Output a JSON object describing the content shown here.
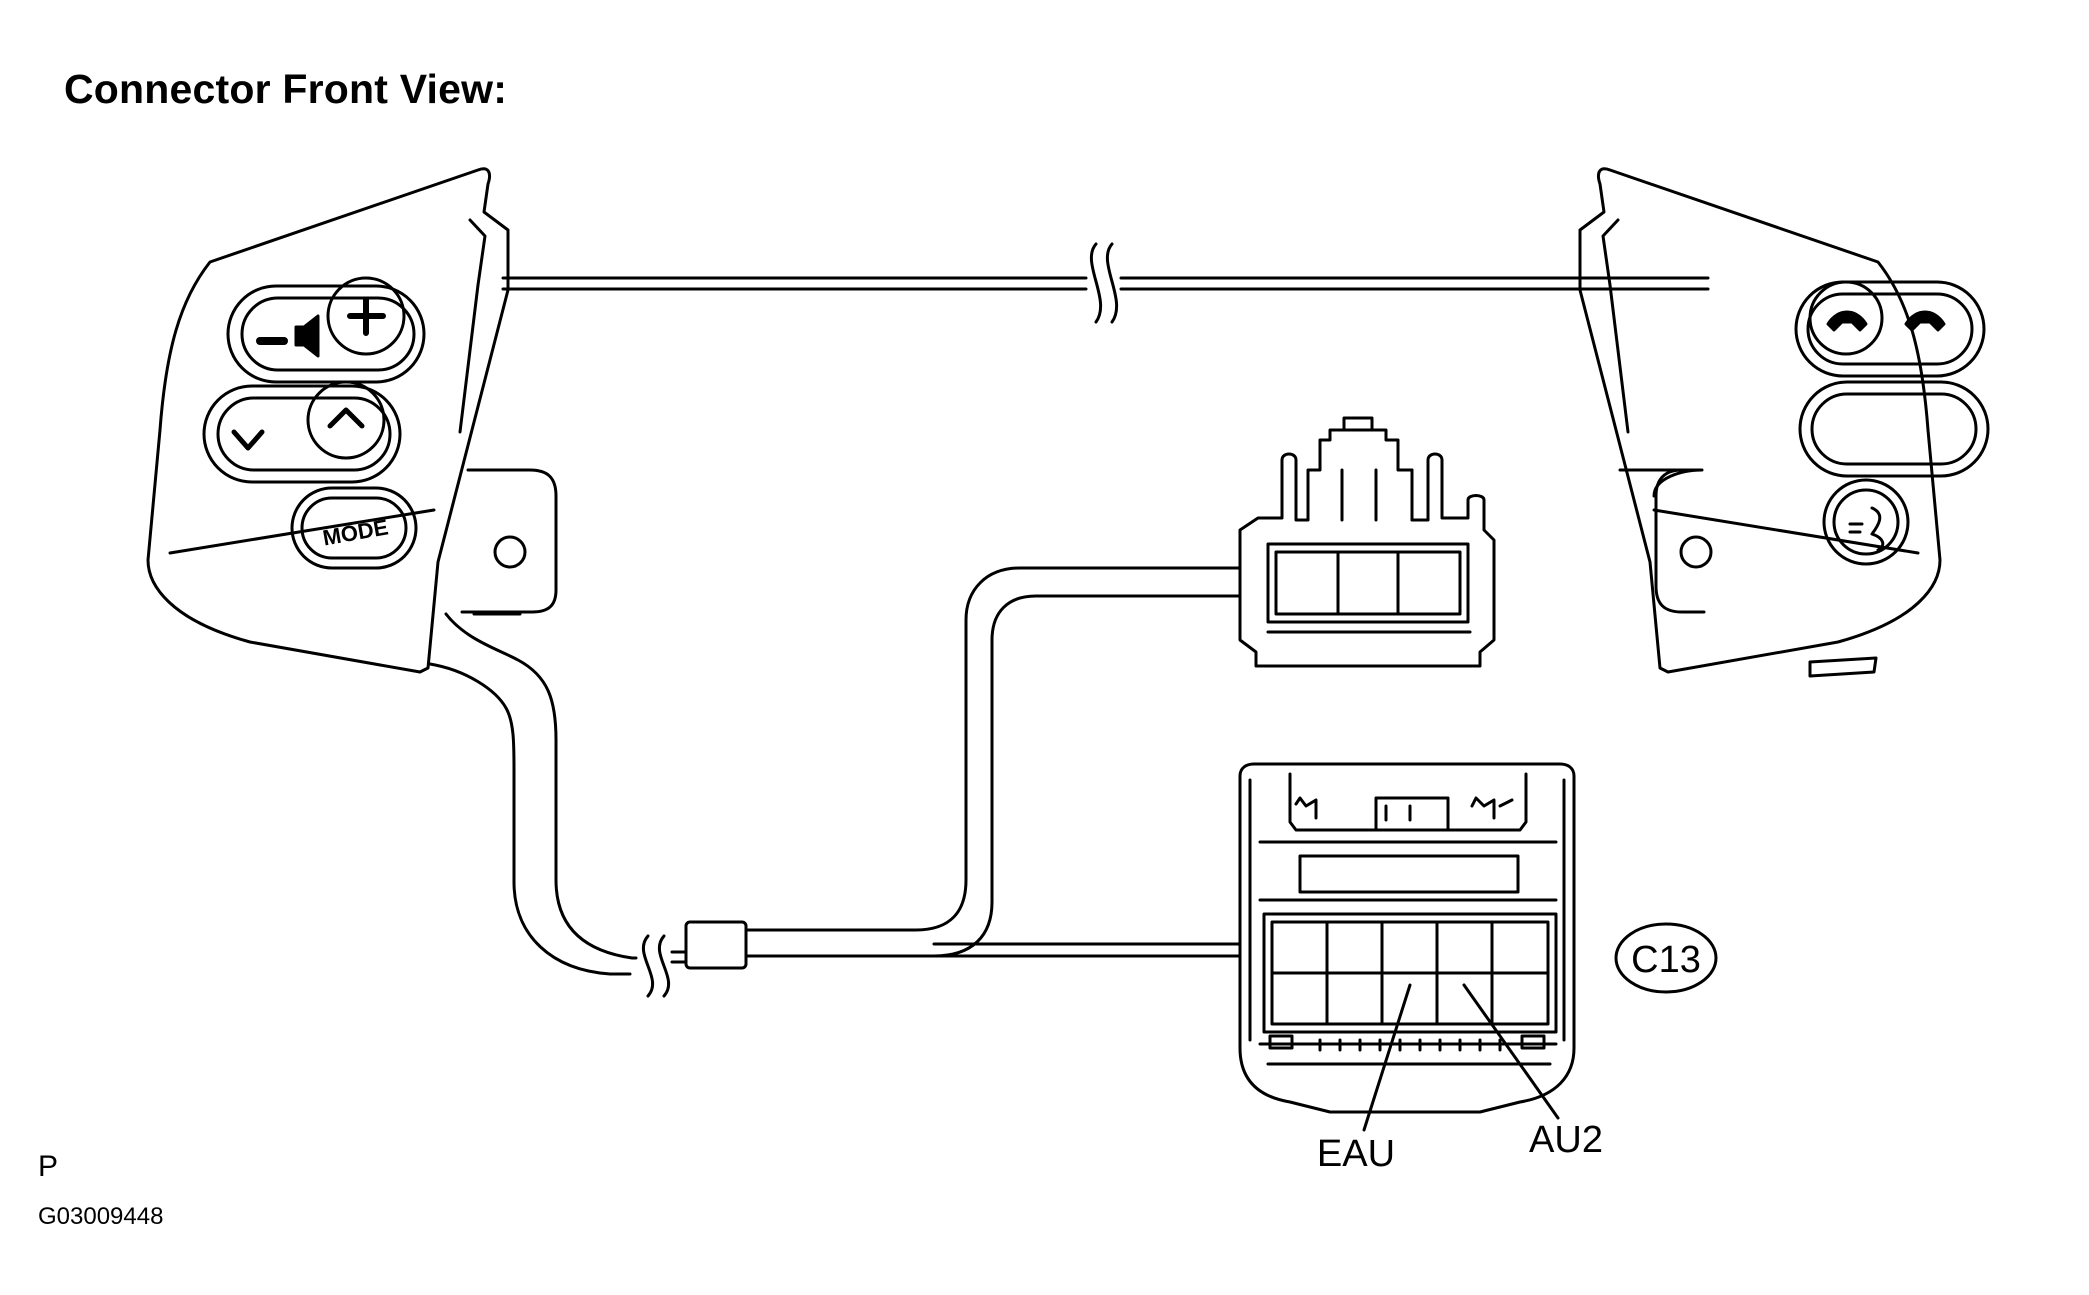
{
  "title": "Connector Front View:",
  "connector_code": "C13",
  "terminals": {
    "left": "EAU",
    "right": "AU2"
  },
  "switch_labels": {
    "mode": "MODE",
    "plus": "+",
    "minus": "−"
  },
  "footer": {
    "code": "P",
    "image_id": "G03009448"
  }
}
